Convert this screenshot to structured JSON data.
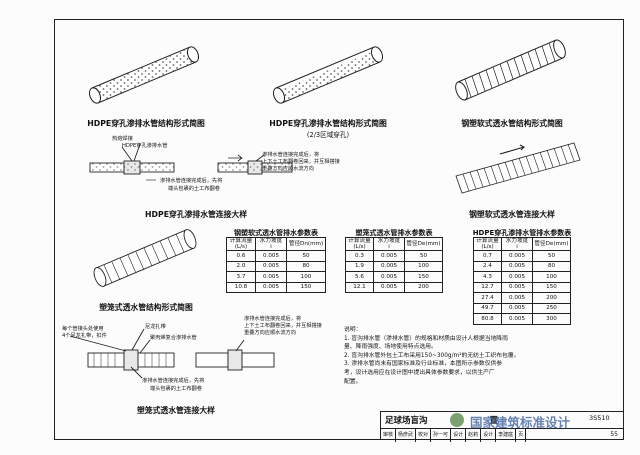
{
  "captions": {
    "hdpe_perforated_structure": "HDPE穿孔渗排水管结构形式简图",
    "hdpe_perforated_structure_2": "HDPE穿孔渗排水管结构形式简图",
    "hdpe_perforated_structure_2_sub": "(2/3区域穿孔)",
    "steel_plastic_structure": "钢塑软式透水管结构形式简图",
    "hdpe_connection": "HDPE穿孔渗排水管连接大样",
    "steel_plastic_connection": "钢塑软式透水管连接大样",
    "cage_structure": "塑笼式透水管结构形式简图",
    "cage_connection": "塑笼式透水管连接大样"
  },
  "annotations": {
    "heat_shrink_weld": "热熔焊接",
    "hdpe_perforated_pipe": "HDPE穿孔渗排水管",
    "wrap_geotextile_1": "渗排水管连接完成后，先将",
    "wrap_geotextile_2": "端头包裹的土工布翻卷",
    "overlap_1": "渗排水管连接完成后，将",
    "overlap_2": "上下土工布翻卷回来，并互相搭接",
    "overlap_3": "重叠方向应顺水流方向",
    "holes_1": "每个管接头处使用",
    "holes_2": "4个尼龙扎带，扣件",
    "nylon_tie": "尼龙扎带",
    "pp_pipe": "聚丙烯复合渗排水管",
    "overlap_c1": "渗排水管连接完成后，将",
    "overlap_c2": "上下土工布翻卷回来，并互相搭接",
    "overlap_c3": "重叠方向应顺水流方向",
    "wrap_c1": "渗排水管连接完成后，先将",
    "wrap_c2": "端头包裹的土工布翻卷"
  },
  "tables": [
    {
      "title": "钢塑软式透水管排水参数表",
      "headers": [
        "计算流量\n(L/s)",
        "水力坡度\ni",
        "管径Dn(mm)"
      ],
      "rows": [
        [
          "0.6",
          "0.005",
          "50"
        ],
        [
          "2.0",
          "0.005",
          "80"
        ],
        [
          "3.7",
          "0.005",
          "100"
        ],
        [
          "10.8",
          "0.005",
          "150"
        ]
      ]
    },
    {
      "title": "塑笼式透水管排水参数表",
      "headers": [
        "计算流量\n(L/s)",
        "水力坡度\ni",
        "管径De(mm)"
      ],
      "rows": [
        [
          "0.3",
          "0.005",
          "50"
        ],
        [
          "1.9",
          "0.005",
          "100"
        ],
        [
          "5.6",
          "0.005",
          "150"
        ],
        [
          "12.1",
          "0.005",
          "200"
        ]
      ]
    },
    {
      "title": "HDPE穿孔渗排水管排水参数表",
      "headers": [
        "计算流量\n(L/s)",
        "水力坡度\ni",
        "管径De(mm)"
      ],
      "rows": [
        [
          "0.7",
          "0.005",
          "50"
        ],
        [
          "2.4",
          "0.005",
          "80"
        ],
        [
          "4.3",
          "0.005",
          "100"
        ],
        [
          "12.7",
          "0.005",
          "150"
        ],
        [
          "27.4",
          "0.005",
          "200"
        ],
        [
          "49.7",
          "0.005",
          "250"
        ],
        [
          "80.8",
          "0.005",
          "300"
        ]
      ]
    }
  ],
  "notes": {
    "heading": "说明：",
    "lines": [
      "1.  盲沟排水管（渗排水管）的规格和材质由设计人根据当地降雨",
      "    量、降雨强度、场地使用特点选用。",
      "2.  盲沟排水管外包土工布采用150~300g/m²的无纺土工织布包覆。",
      "3.  渗排水管尚未有国家标准及行业标准，本图所示参数仅供参",
      "    考，设计选用应在设计图中提出具体参数要求，以供生产厂",
      "    配置。"
    ]
  },
  "title_block": {
    "title": "足球场盲沟",
    "title_cont": "置",
    "code": "3S510",
    "cells": [
      "审核",
      "杨彦武",
      "校对",
      "孙一可",
      "设计",
      "赵莉",
      "设计",
      "李建庭"
    ],
    "page_label": "页",
    "page": "55"
  },
  "watermark": "国家建筑标准设计"
}
